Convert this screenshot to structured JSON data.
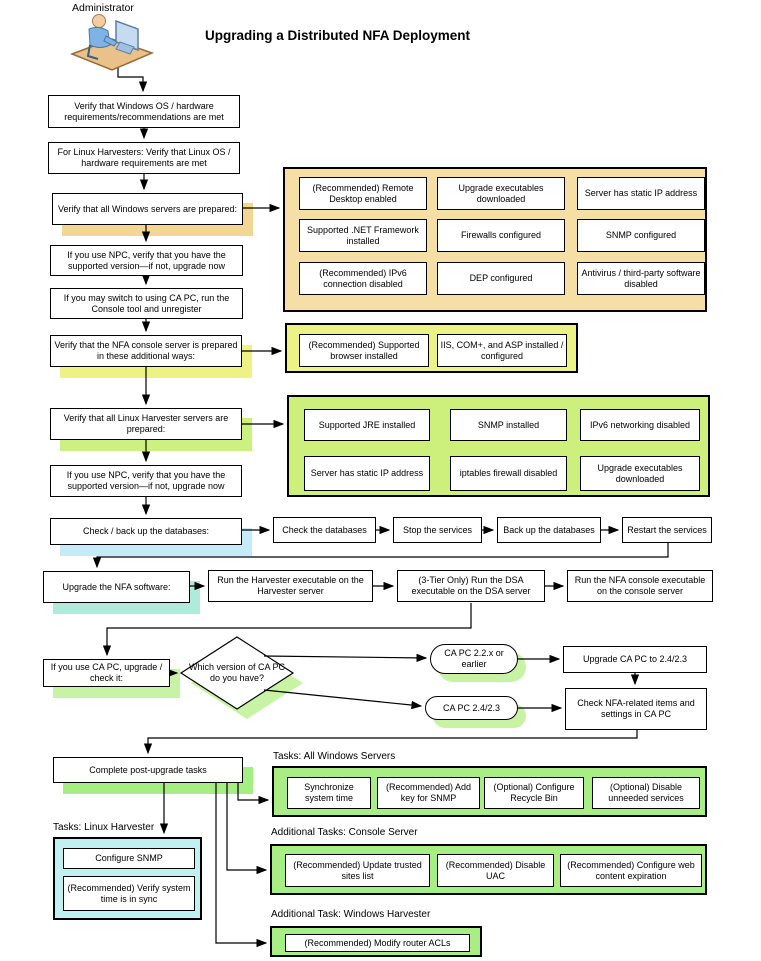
{
  "title": "Upgrading a Distributed NFA Deployment",
  "actor_label": "Administrator",
  "flow": {
    "verify_windows": "Verify that Windows OS / hardware requirements/recommendations are met",
    "verify_linux": "For Linux Harvesters: Verify that Linux OS / hardware requirements are met",
    "windows_prepared": "Verify that all Windows servers are prepared:",
    "npc_check_1": "If you use NPC, verify that you have the supported version—if not, upgrade now",
    "capc_switch": "If you may switch to using CA PC, run the Console tool and unregister",
    "console_prepared": "Verify that the NFA console server is prepared in these additional ways:",
    "linux_prepared": "Verify that all Linux Harvester servers are prepared:",
    "npc_check_2": "If you use NPC, verify that you have the supported version—if not, upgrade now",
    "check_databases": "Check / back up the databases:",
    "upgrade_software": "Upgrade the NFA software:",
    "capc_upgrade": "If you use CA PC, upgrade / check it:",
    "post_upgrade": "Complete post-upgrade tasks"
  },
  "windows_prep": {
    "items": [
      "(Recommended) Remote Desktop enabled",
      "Upgrade executables downloaded",
      "Server has static IP address",
      "Supported .NET Framework installed",
      "Firewalls configured",
      "SNMP configured",
      "(Recommended) IPv6 connection disabled",
      "DEP configured",
      "Antivirus / third-party software disabled"
    ]
  },
  "console_prep": {
    "items": [
      "(Recommended) Supported browser installed",
      "IIS, COM+, and ASP installed / configured"
    ]
  },
  "linux_prep": {
    "items": [
      "Supported JRE installed",
      "SNMP installed",
      "IPv6 networking disabled",
      "Server has static IP address",
      "iptables firewall disabled",
      "Upgrade executables downloaded"
    ]
  },
  "db_steps": [
    "Check the databases",
    "Stop the services",
    "Back up the databases",
    "Restart the services"
  ],
  "upgrade_steps": [
    "Run the Harvester executable on the Harvester server",
    "(3-Tier Only) Run the DSA executable on the DSA server",
    "Run the NFA console executable on the console server"
  ],
  "decision": {
    "question": "Which version of CA PC do you have?",
    "older": "CA PC 2.2.x or earlier",
    "newer": "CA PC 2.4/2.3",
    "upgrade_action": "Upgrade CA PC to 2.4/2.3",
    "check_action": "Check NFA-related items and settings in CA PC"
  },
  "tasks": {
    "windows_servers": {
      "title": "Tasks: All Windows Servers",
      "items": [
        "Synchronize system time",
        "(Recommended) Add key for SNMP",
        "(Optional) Configure Recycle Bin",
        "(Optional) Disable unneeded services"
      ]
    },
    "linux_harvester": {
      "title": "Tasks: Linux Harvester",
      "items": [
        "Configure SNMP",
        "(Recommended) Verify system time is in sync"
      ]
    },
    "console_server": {
      "title": "Additional Tasks: Console Server",
      "items": [
        "(Recommended) Update trusted sites list",
        "(Recommended) Disable UAC",
        "(Recommended) Configure web content expiration"
      ]
    },
    "windows_harvester": {
      "title": "Additional Task: Windows Harvester",
      "items": [
        "(Recommended) Modify router ACLs"
      ]
    }
  },
  "colors": {
    "tan_panel": "#F6DFA4",
    "tan_shadow": "#F2D794",
    "yellow_panel": "#EDF285",
    "green_panel": "#CDF07D",
    "green_shadow": "#C9F3A4",
    "bright_green_panel": "#A8EE85",
    "bright_green_shadow": "#A6ED83",
    "cyan_panel": "#C2F0F0",
    "blue_shadow": "#C7EAF8",
    "teal_shadow": "#AFEBD9",
    "line_color": "#000000"
  }
}
